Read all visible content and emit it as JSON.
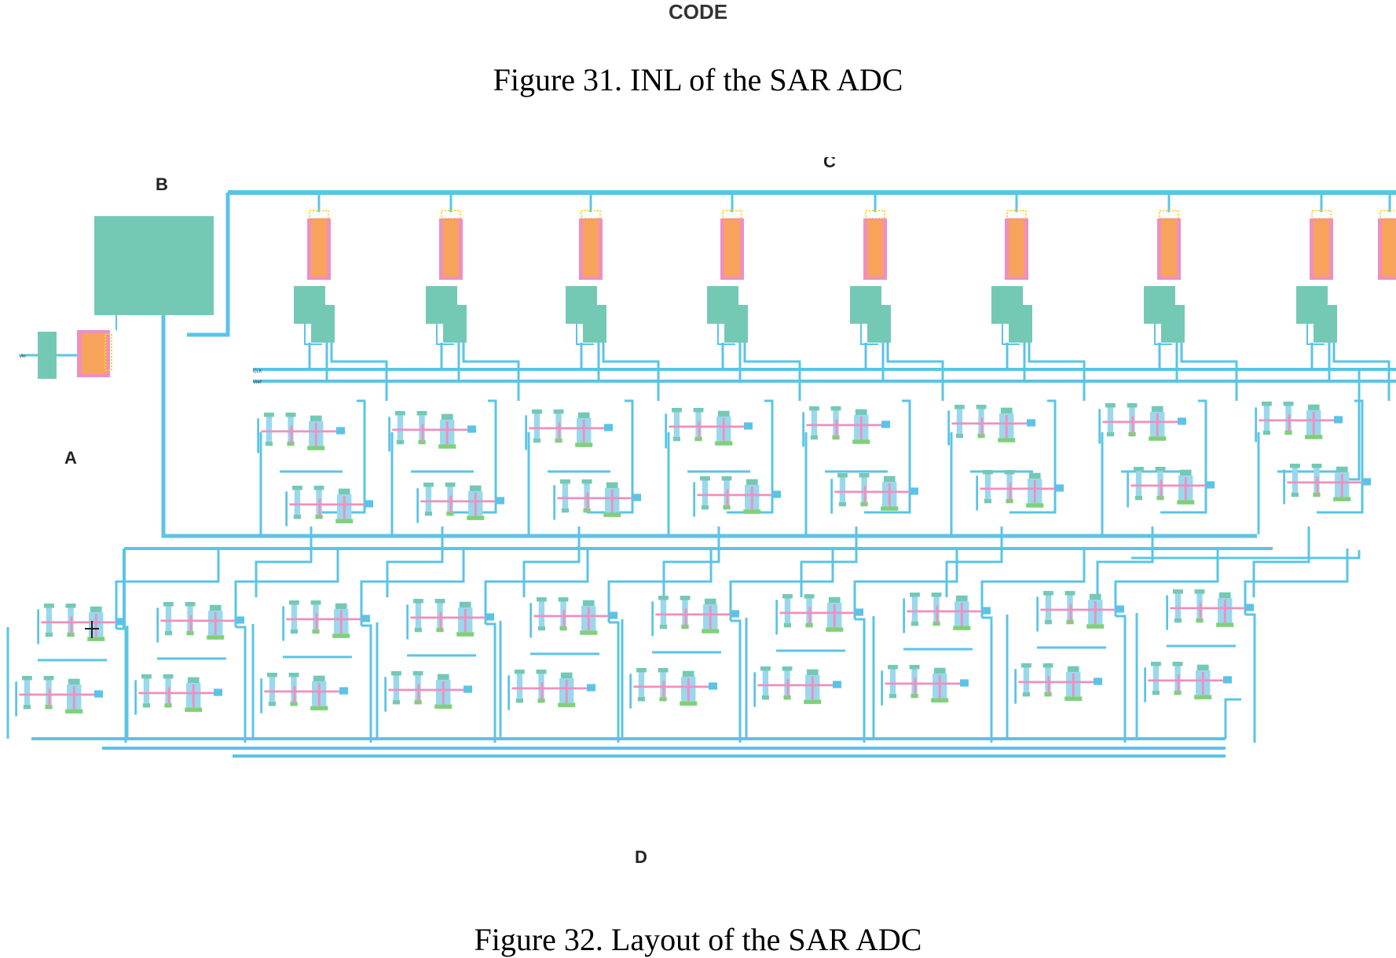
{
  "prev_figure": {
    "axis_label": "CODE",
    "caption": "Figure 31. INL of the SAR ADC"
  },
  "layout": {
    "labels": {
      "a": "A",
      "b": "B",
      "c": "C",
      "d": "D"
    },
    "net_labels": {
      "clk": "CLK",
      "vref": "Vref",
      "vin": "Vin"
    },
    "colors": {
      "wire": "#5bc4e6",
      "block": "#74c9b5",
      "capacitor": "#f7a35c",
      "pink": "#ef8fbf",
      "green": "#7fd07a",
      "gold": "#ffd23f"
    }
  },
  "next_figure": {
    "caption": "Figure 32. Layout of the SAR ADC"
  }
}
